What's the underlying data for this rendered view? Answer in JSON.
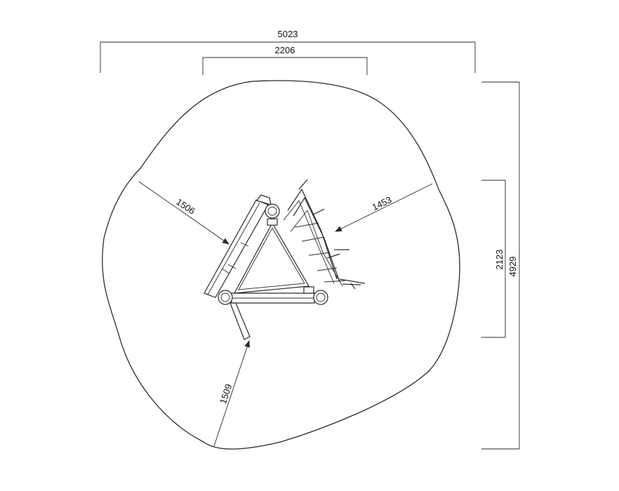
{
  "dimensions": {
    "overall_width": "5023",
    "equipment_width": "2206",
    "overall_height": "4929",
    "equipment_height": "2123",
    "radius_left": "1506",
    "radius_right": "1453",
    "radius_bottom": "1509"
  },
  "colors": {
    "line": "#2a2a2a",
    "background": "#ffffff"
  }
}
